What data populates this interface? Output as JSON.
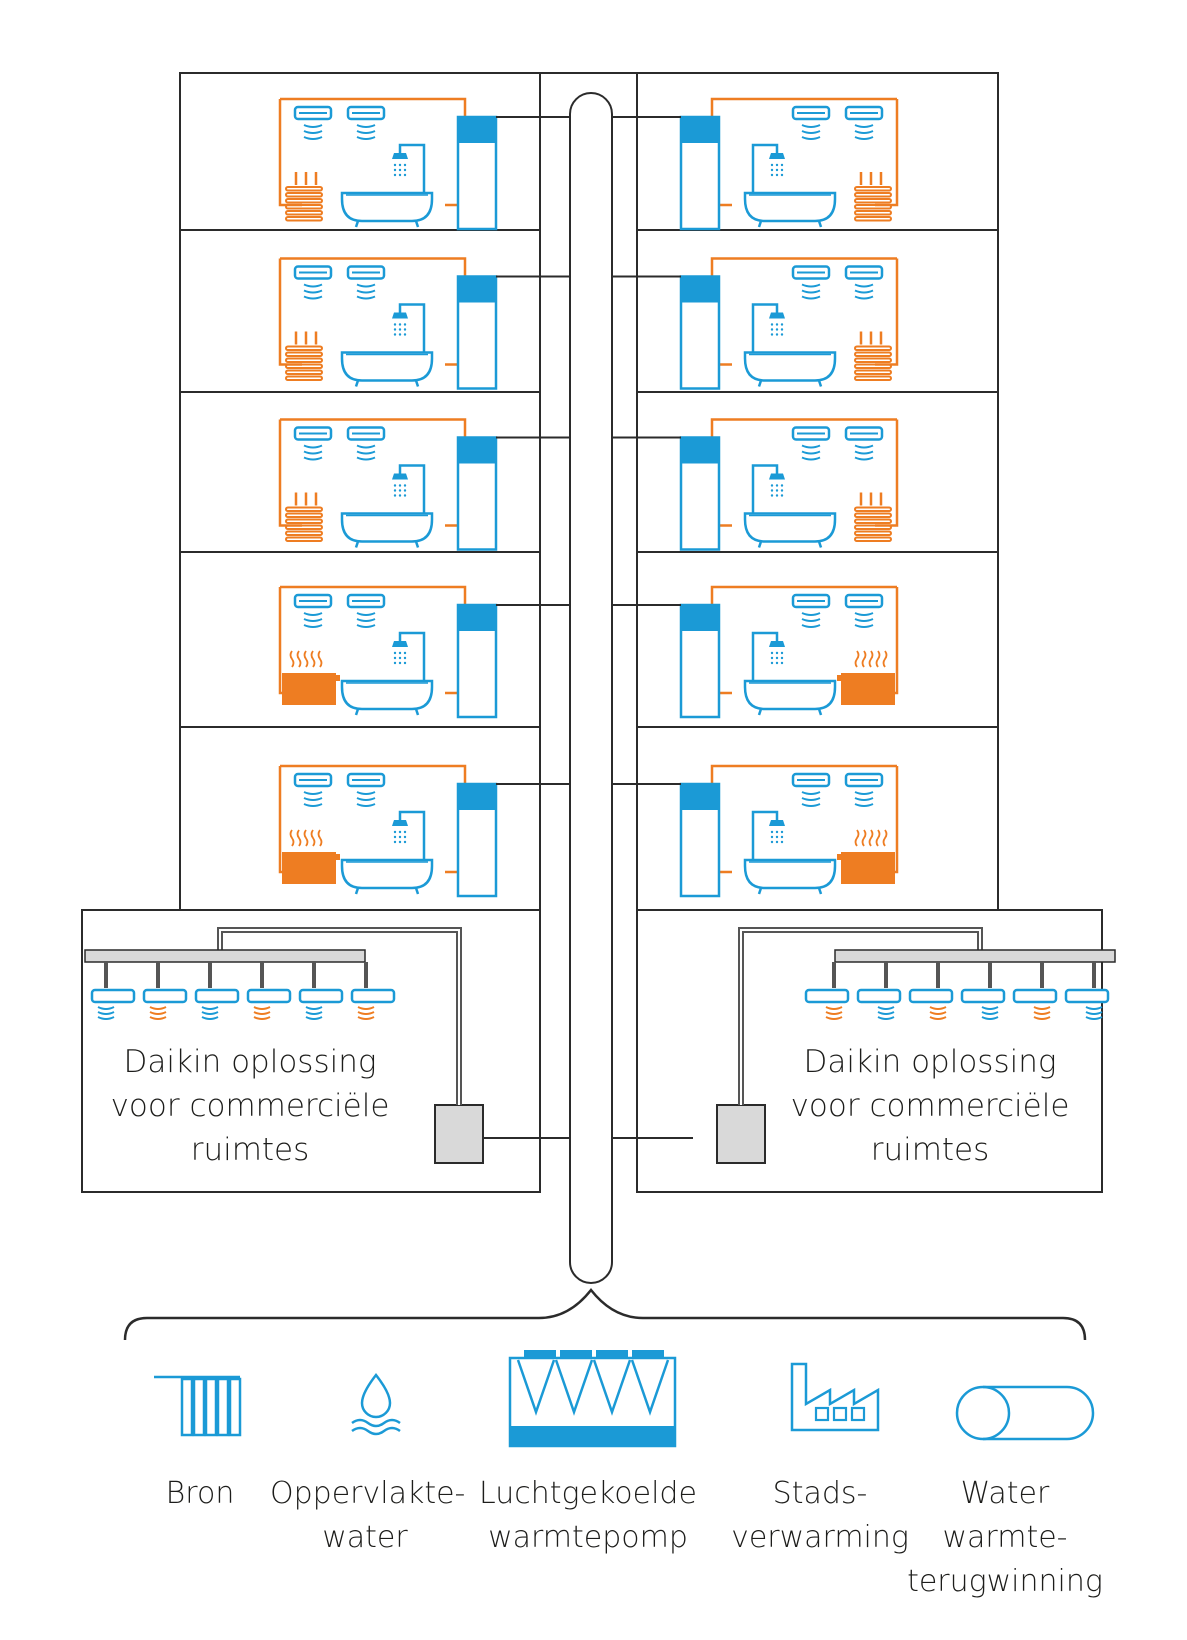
{
  "colors": {
    "blue": "#1b9ad6",
    "orange": "#ee7d22",
    "frame": "#2b2b2b",
    "grey": "#d9d9d9"
  },
  "commercial": {
    "left_label": [
      "Daikin oplossing",
      "voor commerciële",
      "ruimtes"
    ],
    "right_label": [
      "Daikin oplossing",
      "voor commerciële",
      "ruimtes"
    ]
  },
  "sources": [
    {
      "icon": "borehole-icon",
      "lines": [
        "Bron"
      ]
    },
    {
      "icon": "water-drop-icon",
      "lines": [
        "Oppervlakte-",
        "water"
      ]
    },
    {
      "icon": "air-cooled-unit-icon",
      "lines": [
        "Luchtgekoelde",
        "warmtepomp"
      ]
    },
    {
      "icon": "factory-icon",
      "lines": [
        "Stads-",
        "verwarming"
      ]
    },
    {
      "icon": "cylinder-icon",
      "lines": [
        "Water",
        "warmte-",
        "terugwinning"
      ]
    }
  ]
}
